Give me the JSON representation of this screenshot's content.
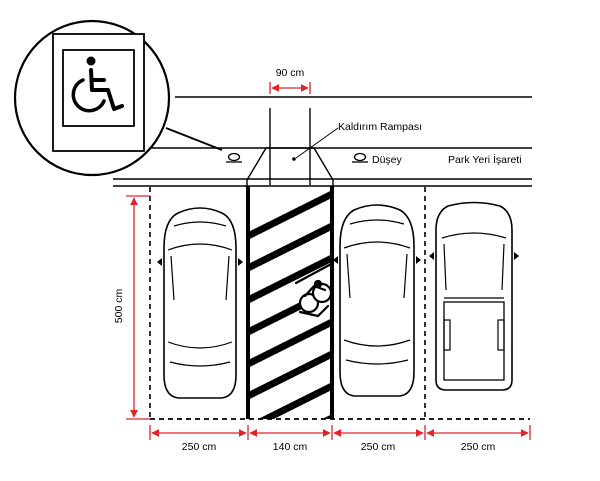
{
  "labels": {
    "ramp": "Kaldırım Rampası",
    "vertical_sign_left": "Düşey",
    "vertical_sign_right": "Park Yeri İşareti"
  },
  "dimensions": {
    "ramp_width": "90 cm",
    "space_length": "500 cm",
    "space_1_width": "250 cm",
    "aisle_width": "140 cm",
    "space_2_width": "250 cm",
    "space_3_width": "250 cm"
  },
  "icons": {
    "sign": "wheelchair-accessibility-icon",
    "wheelchair": "wheelchair-icon"
  },
  "colors": {
    "dimension_lines": "#e0242b",
    "lines": "#000000"
  }
}
